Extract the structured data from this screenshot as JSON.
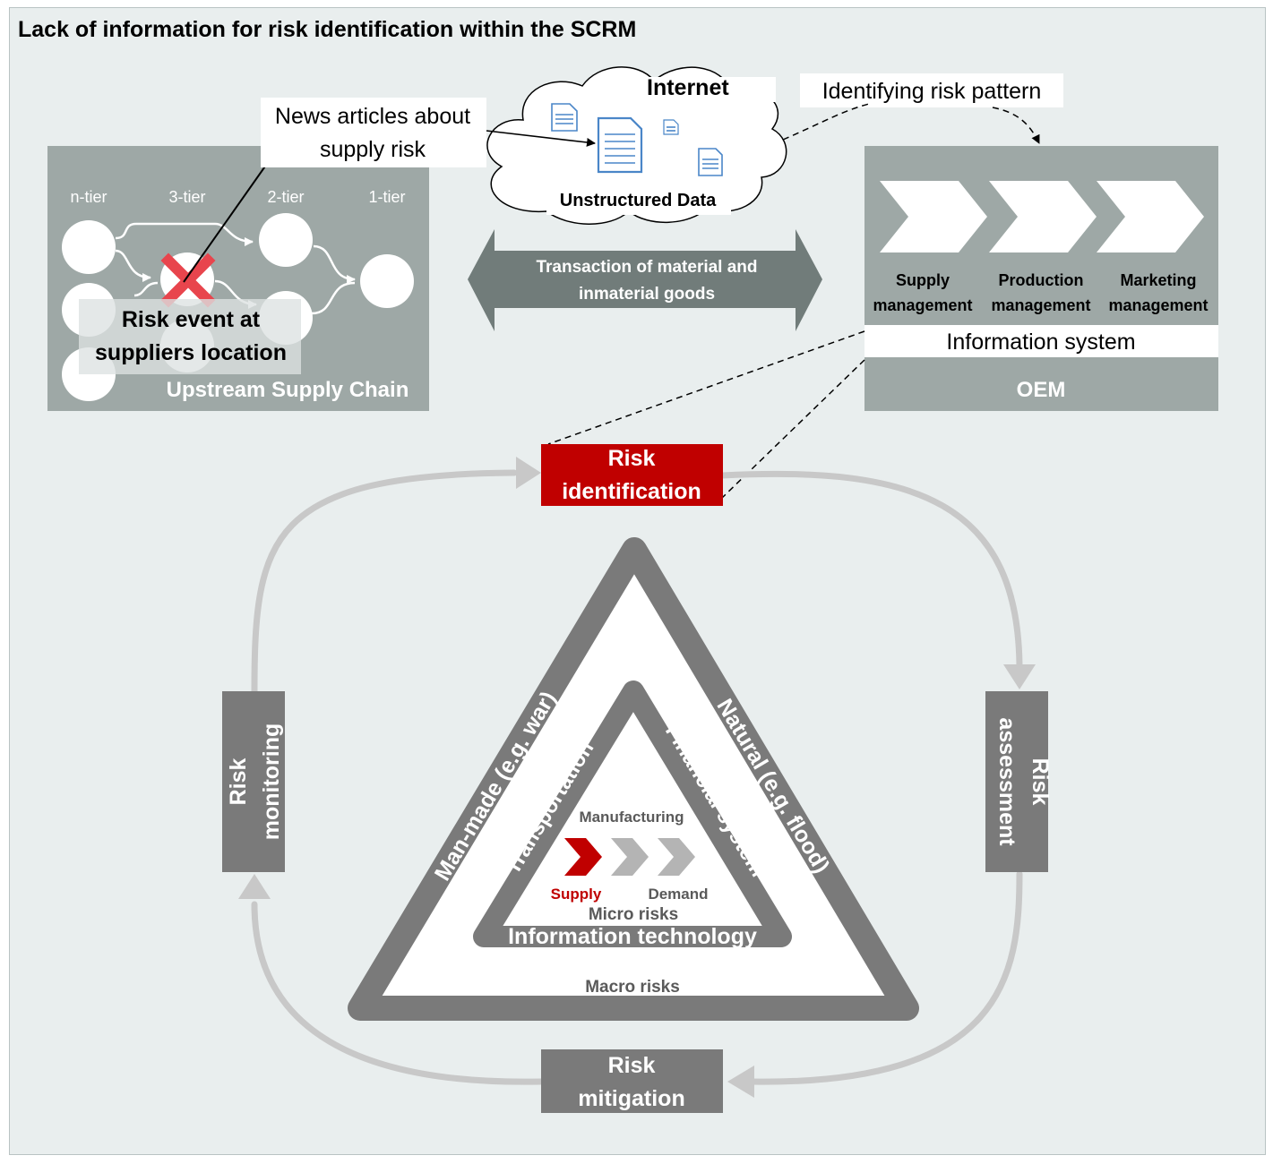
{
  "title": "Lack of information for risk identification within the SCRM",
  "internet": {
    "title": "Internet",
    "unstructured_data": "Unstructured Data",
    "news_line1": "News articles about",
    "news_line2": "supply risk",
    "identifying": "Identifying risk pattern"
  },
  "upstream": {
    "label": "Upstream Supply Chain",
    "tiers": [
      "n-tier",
      "3-tier",
      "2-tier",
      "1-tier"
    ],
    "risk_event_line1": "Risk event at",
    "risk_event_line2": "suppliers location"
  },
  "transaction": {
    "line1": "Transaction of material and",
    "line2": "inmaterial goods"
  },
  "oem": {
    "label": "OEM",
    "information_system": "Information system",
    "steps": [
      {
        "line1": "Supply",
        "line2": "management"
      },
      {
        "line1": "Production",
        "line2": "management"
      },
      {
        "line1": "Marketing",
        "line2": "management"
      }
    ]
  },
  "cycle": {
    "identification": {
      "line1": "Risk",
      "line2": "identification"
    },
    "assessment": {
      "line1": "Risk",
      "line2": "assessment"
    },
    "mitigation": {
      "line1": "Risk",
      "line2": "mitigation"
    },
    "monitoring": {
      "line1": "Risk",
      "line2": "monitoring"
    }
  },
  "triangle": {
    "macro": "Macro risks",
    "micro": "Micro risks",
    "man_made": "Man-made (e.g. war)",
    "natural": "Natural (e.g. flood)",
    "transportation": "Transportation",
    "financial": "Financial system",
    "information_technology": "Information technology",
    "manufacturing": "Manufacturing",
    "supply": "Supply",
    "demand": "Demand"
  },
  "colors": {
    "background": "#e9eeee",
    "panel": "#9ea8a6",
    "dark_box": "#7a7a7a",
    "accent_red": "#c00000",
    "arrow_light": "#c8c8c8",
    "transaction_arrow": "#717c7a"
  }
}
